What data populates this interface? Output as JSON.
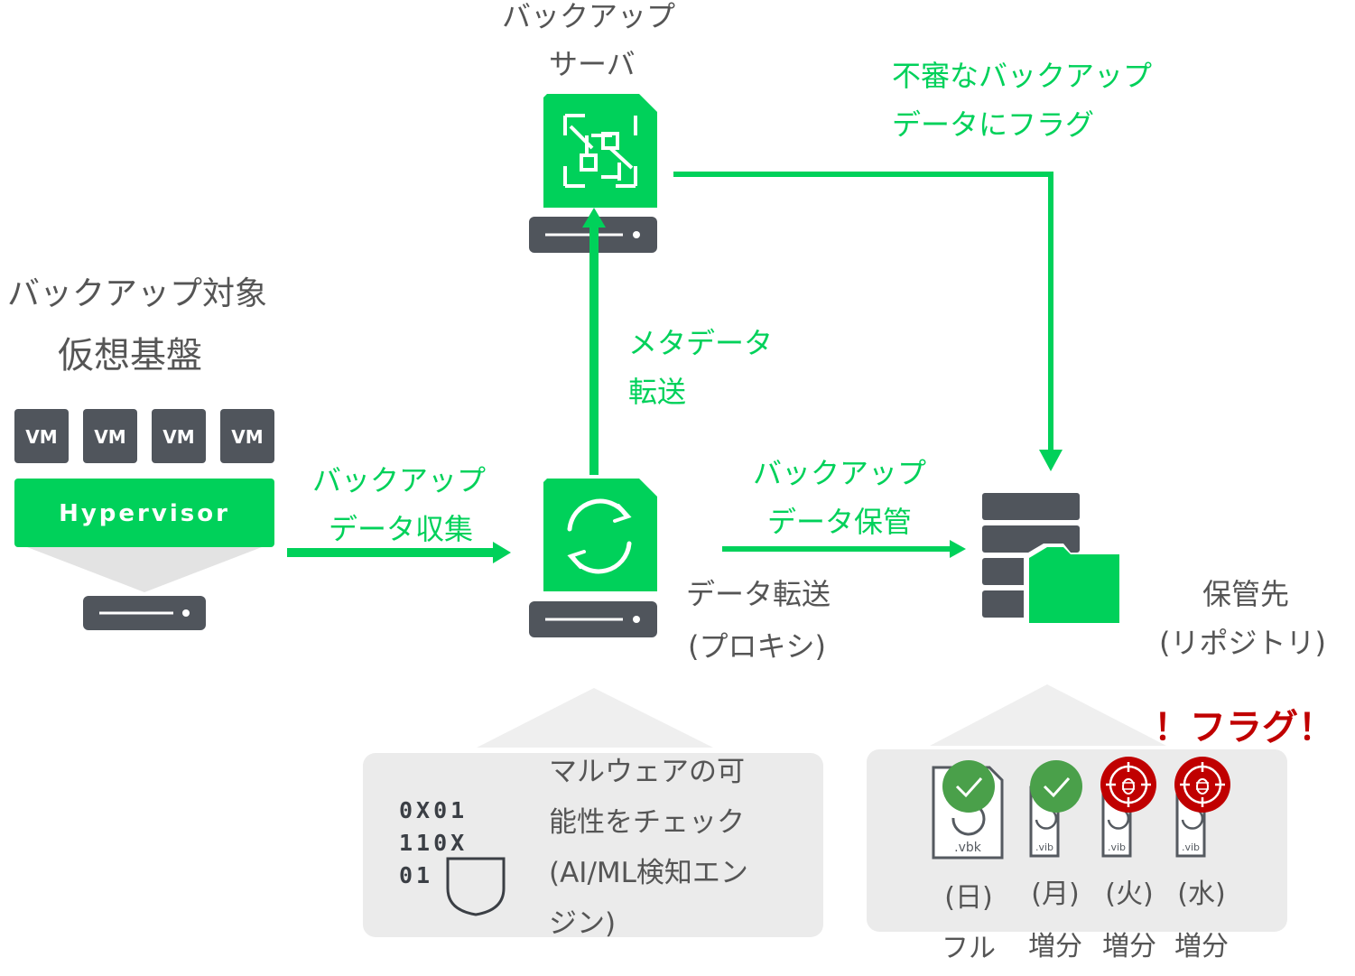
{
  "colors": {
    "green": "#00d15a",
    "dark": "#50555c",
    "panel": "#ebebeb",
    "gray_text": "#555555",
    "red": "#c00000",
    "ok_badge": "#4aa04a"
  },
  "source": {
    "title_line1": "バックアップ対象",
    "title_line2": "仮想基盤",
    "vms": [
      "VM",
      "VM",
      "VM",
      "VM"
    ],
    "hypervisor": "Hypervisor"
  },
  "backup_server": {
    "label_line1": "バックアップ",
    "label_line2": "サーバ"
  },
  "proxy": {
    "label_line1": "データ転送",
    "label_line2": "(プロキシ)"
  },
  "repository": {
    "label_line1": "保管先",
    "label_line2": "(リポジトリ)"
  },
  "arrows": {
    "collect_line1": "バックアップ",
    "collect_line2": "データ収集",
    "store_line1": "バックアップ",
    "store_line2": "データ保管",
    "meta_line1": "メタデータ",
    "meta_line2": "転送",
    "flag_line1": "不審なバックアップ",
    "flag_line2": "データにフラグ"
  },
  "scan_panel": {
    "binary_rows": [
      "0X01",
      "110X",
      "01"
    ],
    "text_lines": [
      "マルウェアの可",
      "能性をチェック",
      "(AI/ML検知エン",
      "ジン)"
    ]
  },
  "flag_alert": "！フラグ！",
  "files": [
    {
      "ext": ".vbk",
      "status": "ok",
      "day": "(日)",
      "kind": "フル"
    },
    {
      "ext": ".vib",
      "status": "ok",
      "day": "(月)",
      "kind": "増分"
    },
    {
      "ext": ".vib",
      "status": "malware",
      "day": "(火)",
      "kind": "増分"
    },
    {
      "ext": ".vib",
      "status": "malware",
      "day": "(水)",
      "kind": "増分"
    }
  ],
  "icons": {
    "server": "server-icon",
    "veeam": "veeam-logo-icon",
    "sync": "sync-icon",
    "storage": "storage-folder-icon",
    "shield": "shield-icon",
    "check": "check-badge-icon",
    "bug": "bug-target-icon"
  }
}
